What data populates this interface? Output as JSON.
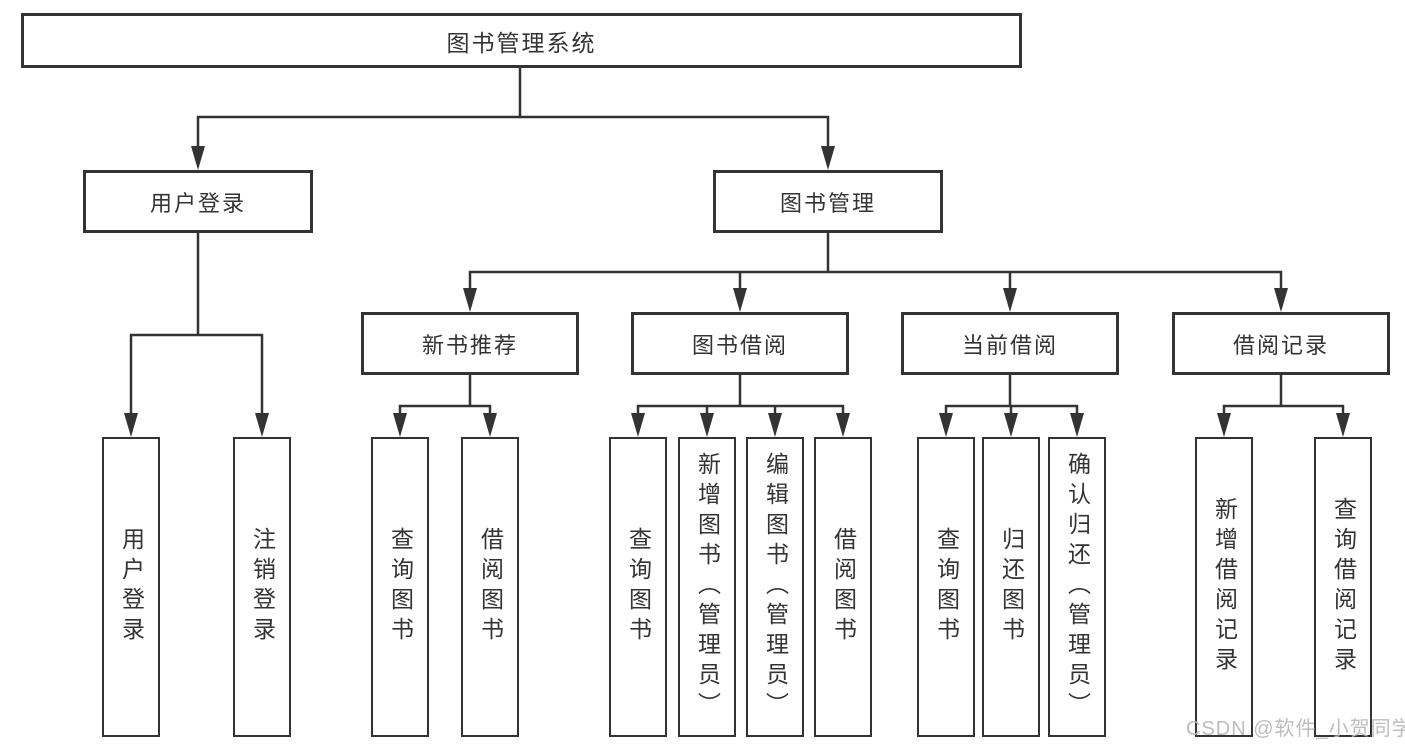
{
  "diagram": {
    "tree": {
      "label": "图书管理系统",
      "children": [
        {
          "label": "用户登录",
          "children": [
            {
              "label": "用户登录"
            },
            {
              "label": "注销登录"
            }
          ]
        },
        {
          "label": "图书管理",
          "children": [
            {
              "label": "新书推荐",
              "children": [
                {
                  "label": "查询图书"
                },
                {
                  "label": "借阅图书"
                }
              ]
            },
            {
              "label": "图书借阅",
              "children": [
                {
                  "label": "查询图书"
                },
                {
                  "label": "新增图书（管理员）"
                },
                {
                  "label": "编辑图书（管理员）"
                },
                {
                  "label": "借阅图书"
                }
              ]
            },
            {
              "label": "当前借阅",
              "children": [
                {
                  "label": "查询图书"
                },
                {
                  "label": "归还图书"
                },
                {
                  "label": "确认归还（管理员）"
                }
              ]
            },
            {
              "label": "借阅记录",
              "children": [
                {
                  "label": "新增借阅记录"
                },
                {
                  "label": "查询借阅记录"
                }
              ]
            }
          ]
        }
      ]
    }
  },
  "watermark": {
    "text": "CSDN @软件_小贺同学"
  },
  "colors": {
    "line": "#333333",
    "box_border": "#333333",
    "text": "#333333",
    "watermark": "#b9b9b9",
    "background": "#ffffff"
  }
}
